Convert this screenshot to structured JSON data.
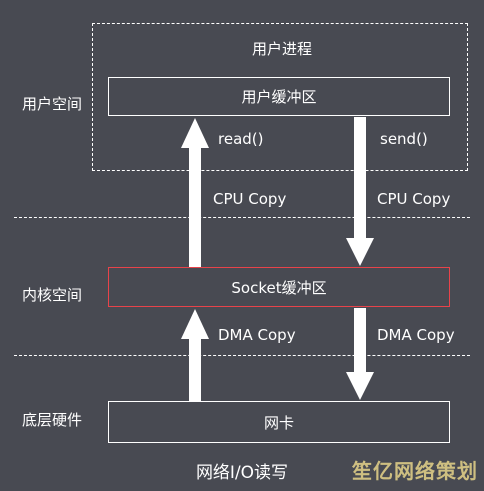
{
  "layers": {
    "user": "用户空间",
    "kernel": "内核空间",
    "hardware": "底层硬件"
  },
  "process_box": "用户进程",
  "user_buffer": "用户缓冲区",
  "socket_buffer": "Socket缓冲区",
  "nic": "网卡",
  "arrows": {
    "read": "read()",
    "send": "send()",
    "cpu_copy_left": "CPU Copy",
    "cpu_copy_right": "CPU Copy",
    "dma_copy_left": "DMA Copy",
    "dma_copy_right": "DMA Copy"
  },
  "caption": "网络I/O读写",
  "watermark": "笙亿网络策划"
}
